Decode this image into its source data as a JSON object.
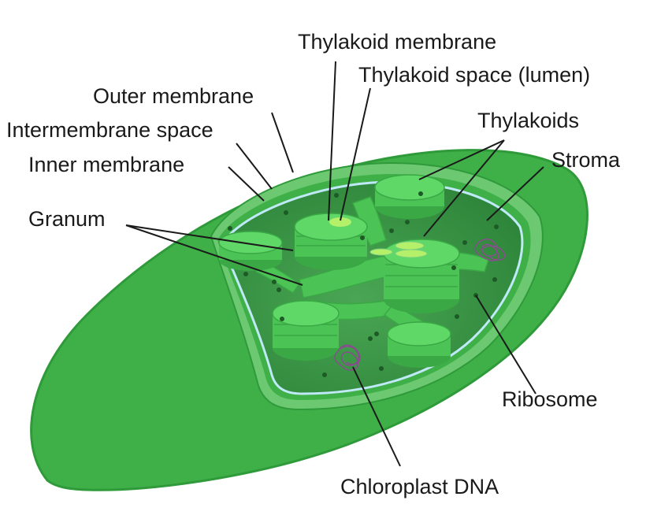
{
  "labels": {
    "thylakoid_membrane": "Thylakoid membrane",
    "thylakoid_space": "Thylakoid space (lumen)",
    "outer_membrane": "Outer membrane",
    "intermembrane_space": "Intermembrane space",
    "thylakoids": "Thylakoids",
    "stroma": "Stroma",
    "inner_membrane": "Inner membrane",
    "granum": "Granum",
    "ribosome": "Ribosome",
    "chloroplast_dna": "Chloroplast DNA"
  },
  "colors": {
    "outer_green": "#3fb048",
    "outer_dark": "#2f9a3a",
    "membrane_light": "#7ad07f",
    "interior_dark": "#2e8a3a",
    "stroma_fill": "#3a9a45",
    "thylakoid_fill": "#4cc455",
    "thylakoid_top": "#5fd868",
    "thylakoid_edge": "#3aa845",
    "lumen": "#b5f06a",
    "ribosome": "#1d5a26",
    "dna": "#8a4c8f",
    "inner_edge": "#bfe9f7"
  }
}
